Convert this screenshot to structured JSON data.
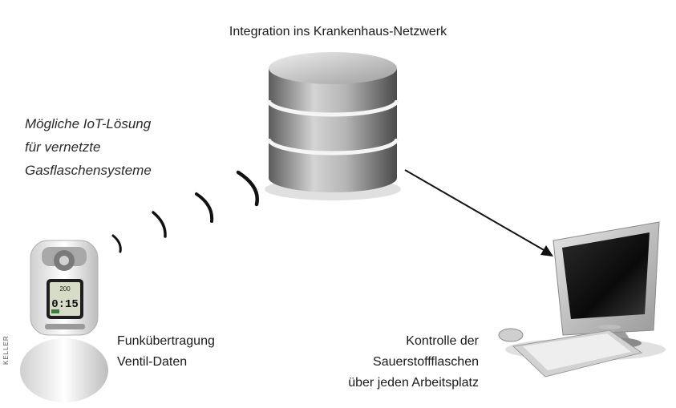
{
  "title": "Integration ins Krankenhaus-Netzwerk",
  "caption": {
    "lines": [
      "Mögliche IoT-Lösung",
      "für vernetzte",
      "Gasflaschensysteme"
    ]
  },
  "transmitter": {
    "lines": [
      "Funkübertragung",
      "Ventil-Daten"
    ],
    "display_time": "0:15",
    "display_top": "200",
    "watermark": "KELLER"
  },
  "workstation": {
    "lines": [
      "Kontrolle der",
      "Sauerstoffflaschen",
      "über jeden Arbeitsplatz"
    ]
  },
  "colors": {
    "database_body": "#9a9a9a",
    "signal_arcs": "#111111",
    "arrow": "#111111"
  },
  "icons": [
    "database-icon",
    "wireless-signal-icon",
    "gas-valve-device-icon",
    "desktop-computer-icon",
    "arrow-icon"
  ]
}
